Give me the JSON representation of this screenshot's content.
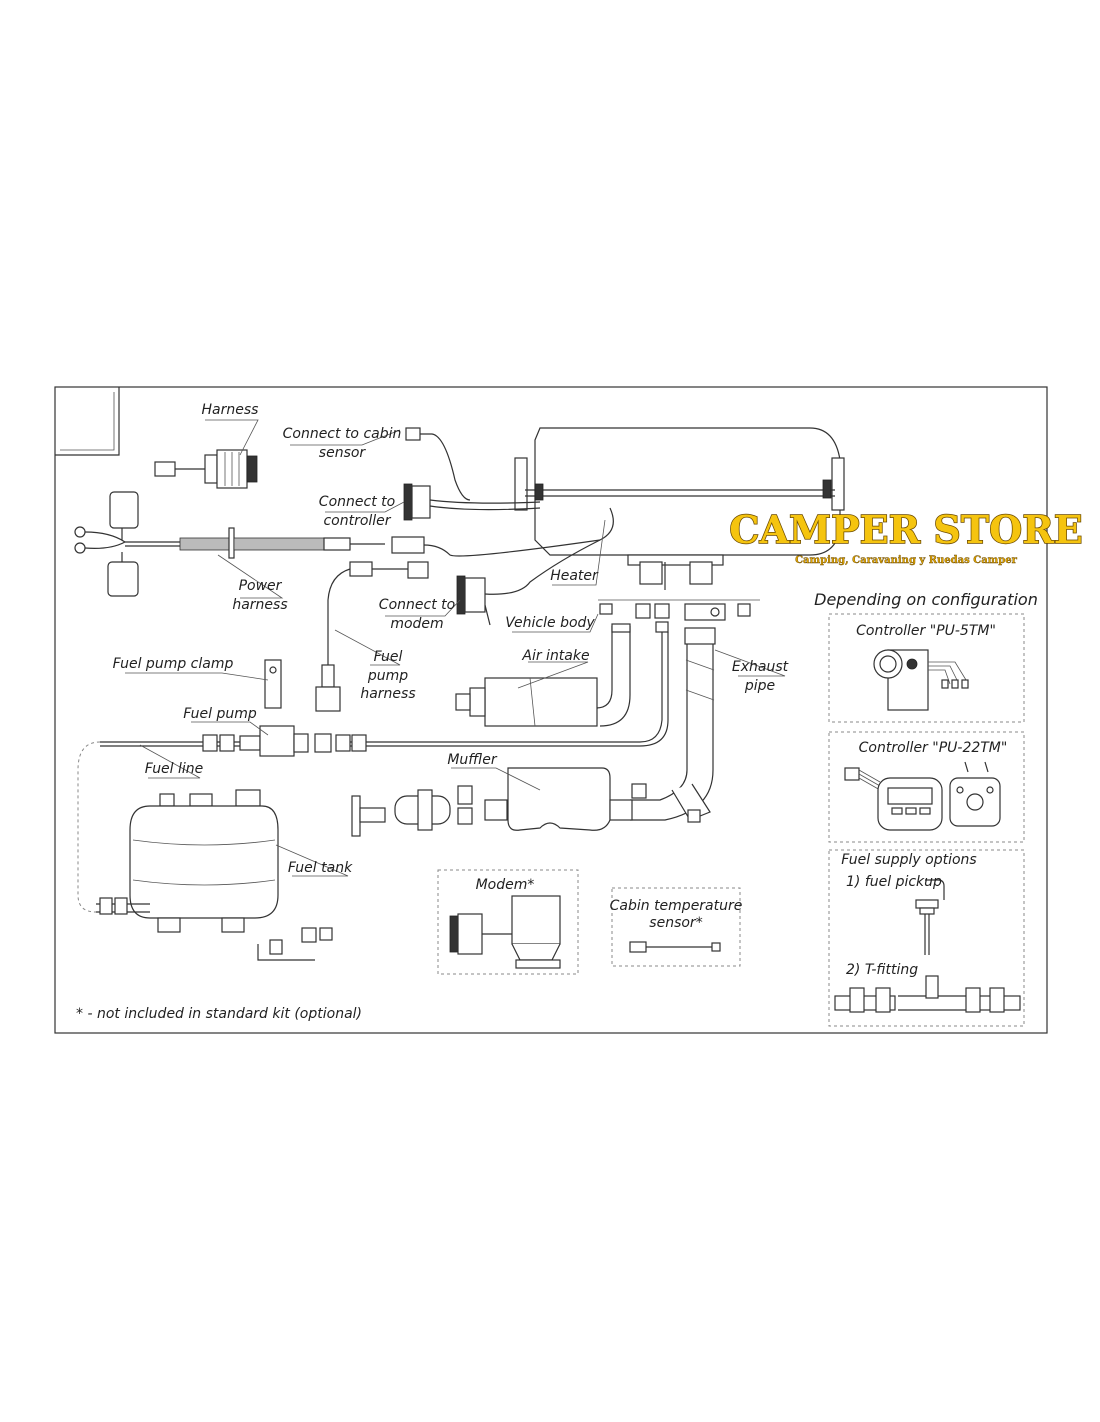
{
  "logo": {
    "title": "CAMPER STORE",
    "subtitle": "Camping, Caravaning y Ruedas Camper",
    "colors": {
      "fill": "#f5c40f",
      "outline": "#6b4a00"
    }
  },
  "labels": {
    "harness": "Harness",
    "connect_cabin_sensor_1": "Connect to cabin",
    "connect_cabin_sensor_2": "sensor",
    "connect_controller_1": "Connect to",
    "connect_controller_2": "controller",
    "power_harness_1": "Power",
    "power_harness_2": "harness",
    "heater": "Heater",
    "connect_modem_1": "Connect to",
    "connect_modem_2": "modem",
    "vehicle_body": "Vehicle body",
    "fuel_pump_harness_1": "Fuel",
    "fuel_pump_harness_2": "pump",
    "fuel_pump_harness_3": "harness",
    "air_intake": "Air intake",
    "exhaust_pipe_1": "Exhaust",
    "exhaust_pipe_2": "pipe",
    "fuel_pump_clamp": "Fuel pump clamp",
    "fuel_pump": "Fuel pump",
    "fuel_line": "Fuel line",
    "muffler": "Muffler",
    "fuel_tank": "Fuel tank",
    "modem": "Modem*",
    "cabin_temp_sensor_1": "Cabin temperature",
    "cabin_temp_sensor_2": "sensor*",
    "footnote": "* - not included in standard kit (optional)"
  },
  "options_panel": {
    "heading": "Depending on configuration",
    "controller_1": "Controller \"PU-5TM\"",
    "controller_2": "Controller \"PU-22TM\"",
    "fuel_supply_heading": "Fuel supply options",
    "fuel_supply_1": "1) fuel pickup",
    "fuel_supply_2": "2) T-fitting"
  }
}
